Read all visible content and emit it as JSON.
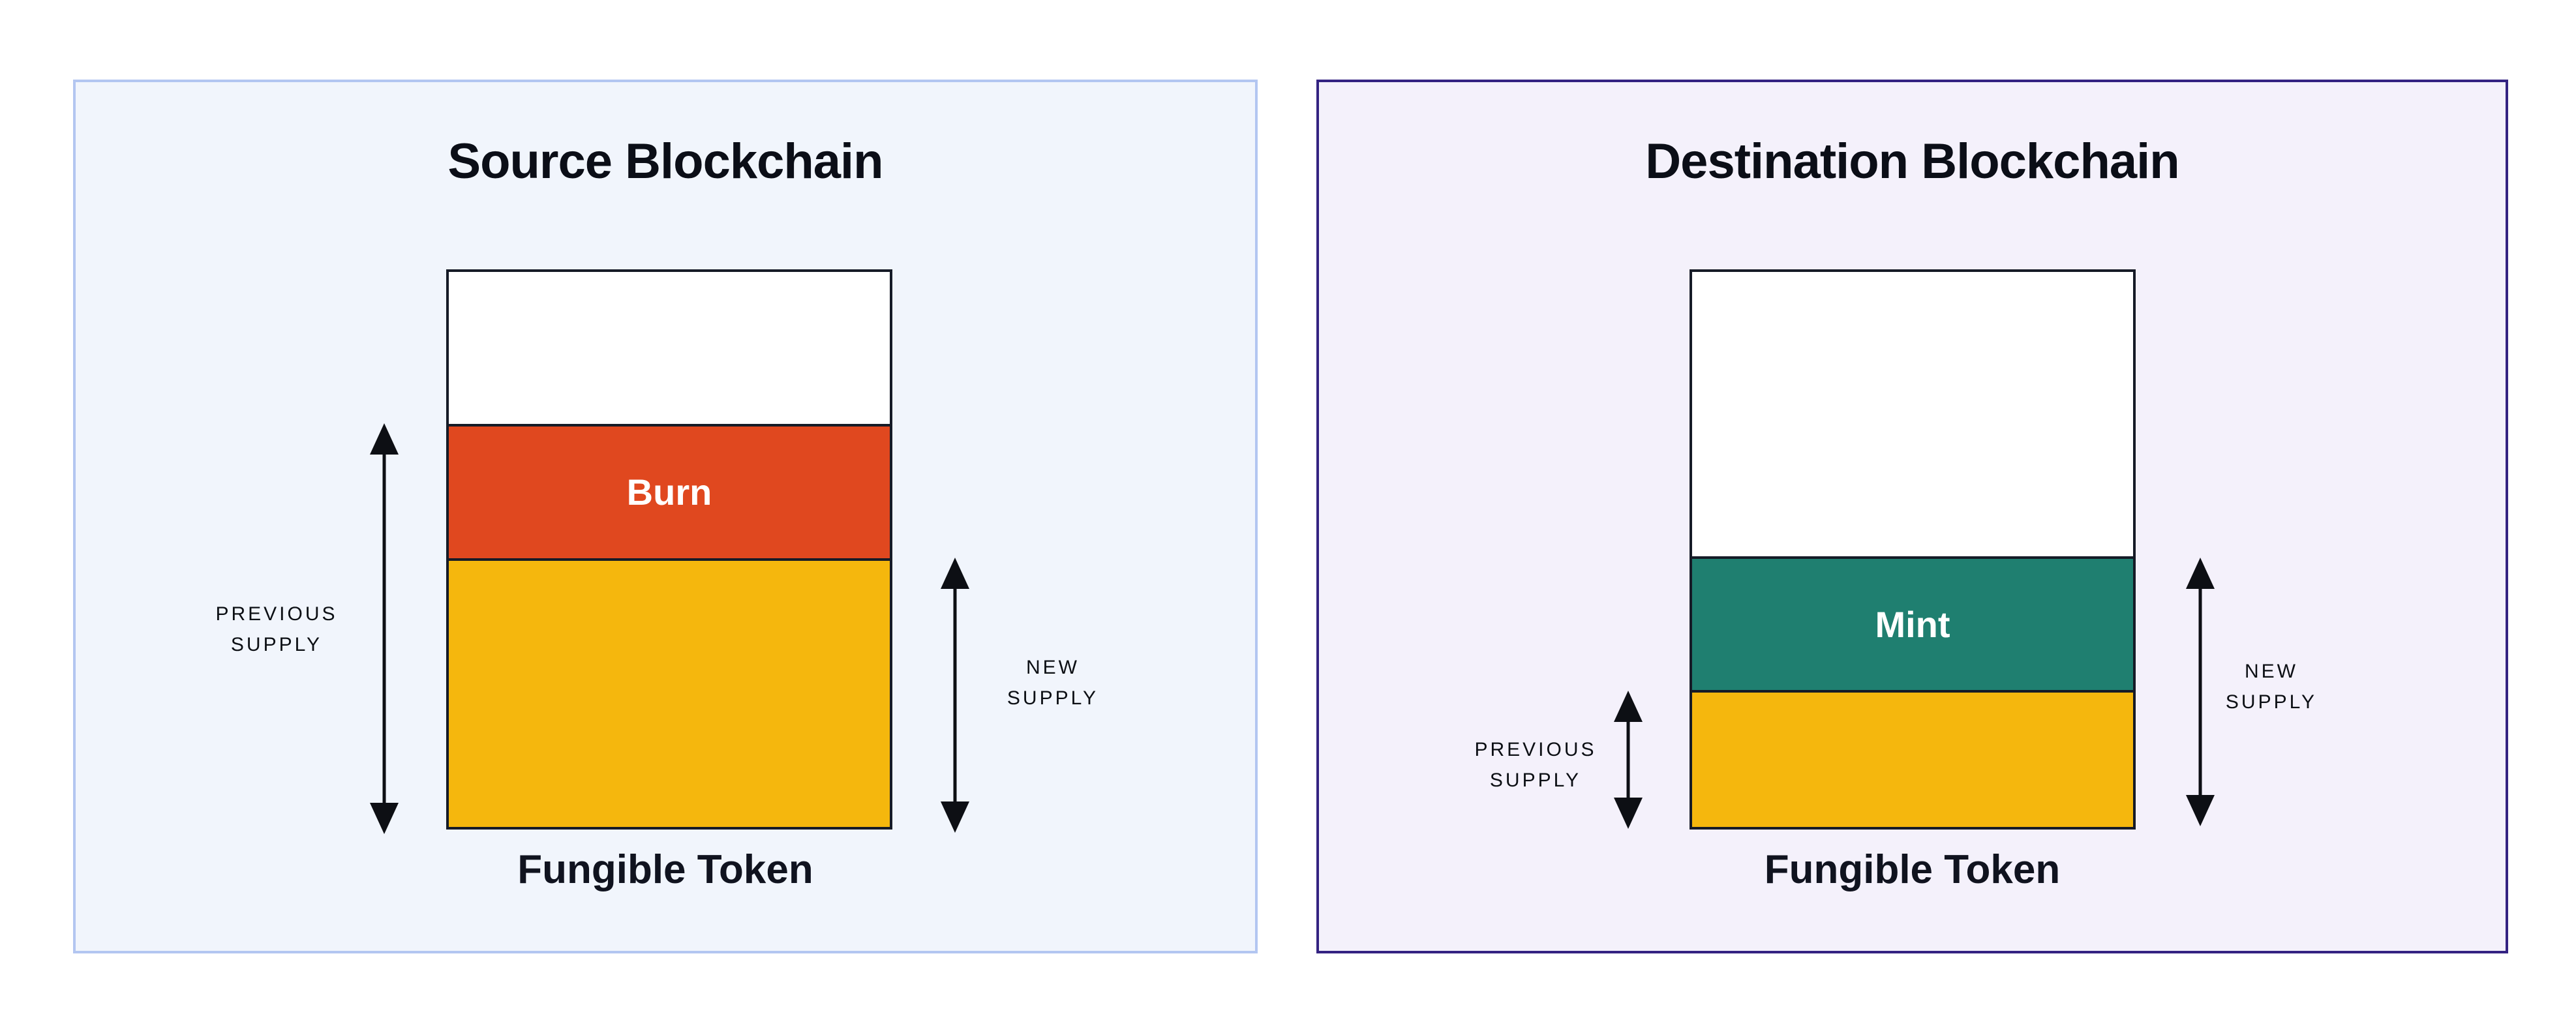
{
  "page": {
    "background": "#FFFFFF",
    "arrow_color": "#0D0F14",
    "text_color": "#10131F",
    "bar_border_color": "#161B27"
  },
  "panels": [
    {
      "id": "source",
      "title": "Source Blockchain",
      "caption": "Fungible Token",
      "style": {
        "background": "#F1F5FC",
        "border_color": "#B3C6F1"
      },
      "bar": {
        "segments": [
          {
            "name": "unissued",
            "label": "",
            "color": "#FFFFFF",
            "height_pct": 27.4
          },
          {
            "name": "burn",
            "label": "Burn",
            "color": "#E0481F",
            "height_pct": 24.6
          },
          {
            "name": "supply",
            "label": "",
            "color": "#F5B70D",
            "height_pct": 48.0
          }
        ]
      },
      "annotations": [
        {
          "name": "previous-supply",
          "lines": [
            "PREVIOUS",
            "SUPPLY"
          ],
          "spans": "burn+supply"
        },
        {
          "name": "new-supply",
          "lines": [
            "NEW",
            "SUPPLY"
          ],
          "spans": "supply"
        }
      ]
    },
    {
      "id": "destination",
      "title": "Destination Blockchain",
      "caption": "Fungible Token",
      "style": {
        "background": "#F4F1FB",
        "border_color": "#342382"
      },
      "bar": {
        "segments": [
          {
            "name": "unissued",
            "label": "",
            "color": "#FFFFFF",
            "height_pct": 51.2
          },
          {
            "name": "mint",
            "label": "Mint",
            "color": "#1F7F70",
            "height_pct": 24.6
          },
          {
            "name": "supply",
            "label": "",
            "color": "#F5B70D",
            "height_pct": 24.2
          }
        ]
      },
      "annotations": [
        {
          "name": "previous-supply",
          "lines": [
            "PREVIOUS",
            "SUPPLY"
          ],
          "spans": "supply"
        },
        {
          "name": "new-supply",
          "lines": [
            "NEW",
            "SUPPLY"
          ],
          "spans": "mint+supply"
        }
      ]
    }
  ]
}
